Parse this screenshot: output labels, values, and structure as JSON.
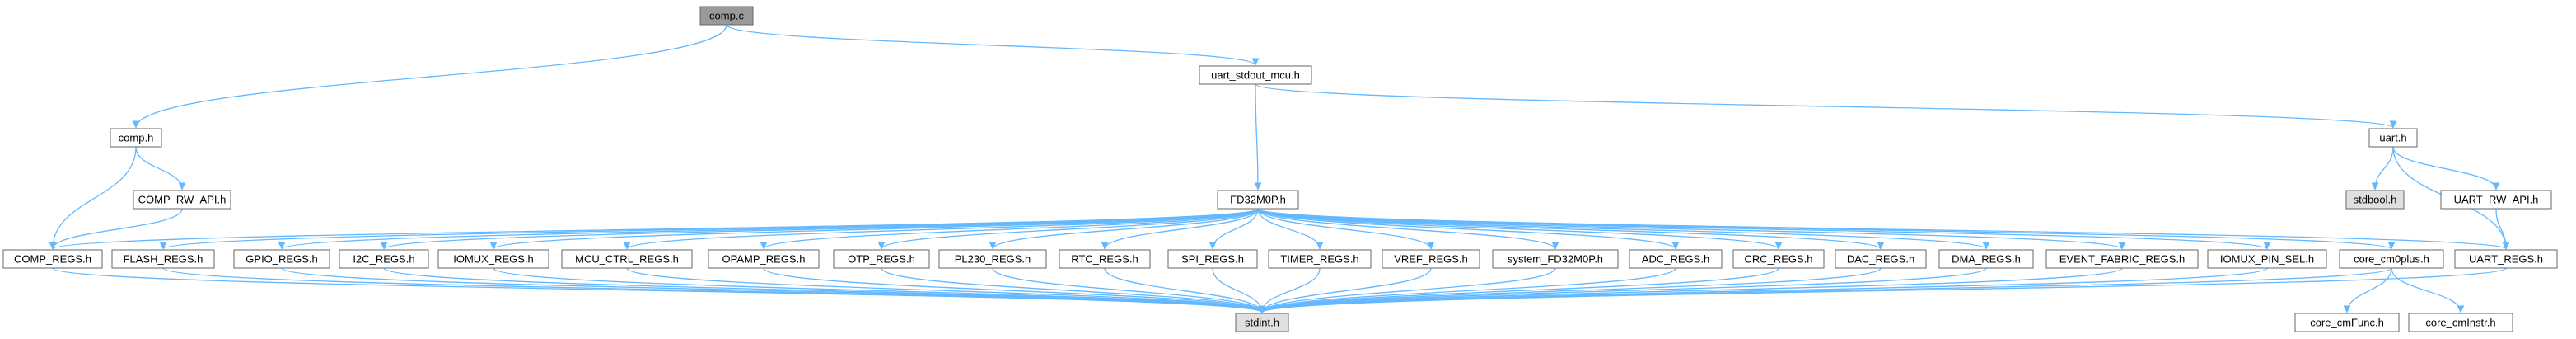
{
  "colors": {
    "edge": "#63b8ff",
    "node_fill": "#ffffff",
    "node_border": "#666666",
    "highlight_fill": "#999999",
    "system_fill": "#e0e0e0",
    "text": "#000000"
  },
  "nodes": [
    {
      "id": "comp_c",
      "label": "comp.c",
      "style": "highlight"
    },
    {
      "id": "uart_stdout",
      "label": "uart_stdout_mcu.h",
      "style": "normal"
    },
    {
      "id": "comp_h",
      "label": "comp.h",
      "style": "normal"
    },
    {
      "id": "uart_h",
      "label": "uart.h",
      "style": "normal"
    },
    {
      "id": "comp_rw",
      "label": "COMP_RW_API.h",
      "style": "normal"
    },
    {
      "id": "fd32",
      "label": "FD32M0P.h",
      "style": "normal"
    },
    {
      "id": "stdbool",
      "label": "stdbool.h",
      "style": "system"
    },
    {
      "id": "uart_rw",
      "label": "UART_RW_API.h",
      "style": "normal"
    },
    {
      "id": "comp_regs",
      "label": "COMP_REGS.h",
      "style": "normal"
    },
    {
      "id": "flash_regs",
      "label": "FLASH_REGS.h",
      "style": "normal"
    },
    {
      "id": "gpio_regs",
      "label": "GPIO_REGS.h",
      "style": "normal"
    },
    {
      "id": "i2c_regs",
      "label": "I2C_REGS.h",
      "style": "normal"
    },
    {
      "id": "iomux_regs",
      "label": "IOMUX_REGS.h",
      "style": "normal"
    },
    {
      "id": "mcu_ctrl",
      "label": "MCU_CTRL_REGS.h",
      "style": "normal"
    },
    {
      "id": "opamp_regs",
      "label": "OPAMP_REGS.h",
      "style": "normal"
    },
    {
      "id": "otp_regs",
      "label": "OTP_REGS.h",
      "style": "normal"
    },
    {
      "id": "pl230_regs",
      "label": "PL230_REGS.h",
      "style": "normal"
    },
    {
      "id": "rtc_regs",
      "label": "RTC_REGS.h",
      "style": "normal"
    },
    {
      "id": "spi_regs",
      "label": "SPI_REGS.h",
      "style": "normal"
    },
    {
      "id": "timer_regs",
      "label": "TIMER_REGS.h",
      "style": "normal"
    },
    {
      "id": "vref_regs",
      "label": "VREF_REGS.h",
      "style": "normal"
    },
    {
      "id": "system_fd",
      "label": "system_FD32M0P.h",
      "style": "normal"
    },
    {
      "id": "adc_regs",
      "label": "ADC_REGS.h",
      "style": "normal"
    },
    {
      "id": "crc_regs",
      "label": "CRC_REGS.h",
      "style": "normal"
    },
    {
      "id": "dac_regs",
      "label": "DAC_REGS.h",
      "style": "normal"
    },
    {
      "id": "dma_regs",
      "label": "DMA_REGS.h",
      "style": "normal"
    },
    {
      "id": "event_fabric",
      "label": "EVENT_FABRIC_REGS.h",
      "style": "normal"
    },
    {
      "id": "iomux_pin",
      "label": "IOMUX_PIN_SEL.h",
      "style": "normal"
    },
    {
      "id": "core_cm0",
      "label": "core_cm0plus.h",
      "style": "normal"
    },
    {
      "id": "uart_regs",
      "label": "UART_REGS.h",
      "style": "normal"
    },
    {
      "id": "stdint",
      "label": "stdint.h",
      "style": "system"
    },
    {
      "id": "core_func",
      "label": "core_cmFunc.h",
      "style": "normal"
    },
    {
      "id": "core_instr",
      "label": "core_cmInstr.h",
      "style": "normal"
    }
  ],
  "edges": [
    [
      "comp_c",
      "comp_h"
    ],
    [
      "comp_c",
      "uart_stdout"
    ],
    [
      "comp_h",
      "comp_regs"
    ],
    [
      "comp_h",
      "comp_rw"
    ],
    [
      "comp_rw",
      "comp_regs"
    ],
    [
      "uart_stdout",
      "fd32"
    ],
    [
      "uart_stdout",
      "uart_h"
    ],
    [
      "uart_h",
      "stdbool"
    ],
    [
      "uart_h",
      "uart_rw"
    ],
    [
      "uart_h",
      "uart_regs"
    ],
    [
      "uart_rw",
      "uart_regs"
    ],
    [
      "fd32",
      "comp_regs"
    ],
    [
      "fd32",
      "flash_regs"
    ],
    [
      "fd32",
      "gpio_regs"
    ],
    [
      "fd32",
      "i2c_regs"
    ],
    [
      "fd32",
      "iomux_regs"
    ],
    [
      "fd32",
      "mcu_ctrl"
    ],
    [
      "fd32",
      "opamp_regs"
    ],
    [
      "fd32",
      "otp_regs"
    ],
    [
      "fd32",
      "pl230_regs"
    ],
    [
      "fd32",
      "rtc_regs"
    ],
    [
      "fd32",
      "spi_regs"
    ],
    [
      "fd32",
      "timer_regs"
    ],
    [
      "fd32",
      "vref_regs"
    ],
    [
      "fd32",
      "system_fd"
    ],
    [
      "fd32",
      "adc_regs"
    ],
    [
      "fd32",
      "crc_regs"
    ],
    [
      "fd32",
      "dac_regs"
    ],
    [
      "fd32",
      "dma_regs"
    ],
    [
      "fd32",
      "event_fabric"
    ],
    [
      "fd32",
      "iomux_pin"
    ],
    [
      "fd32",
      "core_cm0"
    ],
    [
      "fd32",
      "uart_regs"
    ],
    [
      "comp_regs",
      "stdint"
    ],
    [
      "flash_regs",
      "stdint"
    ],
    [
      "gpio_regs",
      "stdint"
    ],
    [
      "i2c_regs",
      "stdint"
    ],
    [
      "iomux_regs",
      "stdint"
    ],
    [
      "mcu_ctrl",
      "stdint"
    ],
    [
      "opamp_regs",
      "stdint"
    ],
    [
      "otp_regs",
      "stdint"
    ],
    [
      "pl230_regs",
      "stdint"
    ],
    [
      "rtc_regs",
      "stdint"
    ],
    [
      "spi_regs",
      "stdint"
    ],
    [
      "timer_regs",
      "stdint"
    ],
    [
      "vref_regs",
      "stdint"
    ],
    [
      "system_fd",
      "stdint"
    ],
    [
      "adc_regs",
      "stdint"
    ],
    [
      "crc_regs",
      "stdint"
    ],
    [
      "dac_regs",
      "stdint"
    ],
    [
      "dma_regs",
      "stdint"
    ],
    [
      "event_fabric",
      "stdint"
    ],
    [
      "iomux_pin",
      "stdint"
    ],
    [
      "core_cm0",
      "stdint"
    ],
    [
      "uart_regs",
      "stdint"
    ],
    [
      "core_cm0",
      "core_func"
    ],
    [
      "core_cm0",
      "core_instr"
    ]
  ]
}
